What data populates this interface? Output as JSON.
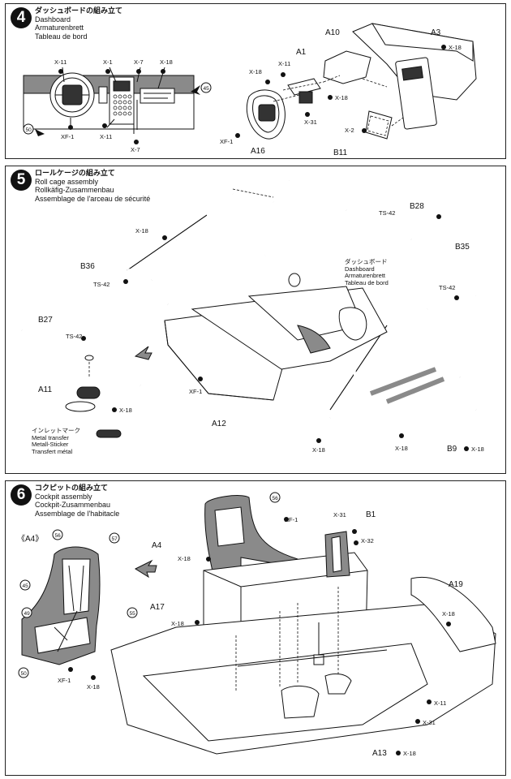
{
  "steps": [
    {
      "number": "4",
      "title_jp": "ダッシュボードの組み立て",
      "title_en": "Dashboard",
      "title_de": "Armaturenbrett",
      "title_fr": "Tableau de bord",
      "labels": {
        "x11a": "X-11",
        "x1": "X-1",
        "x7a": "X-7",
        "x18a": "X-18",
        "xf1a": "XF-1",
        "x11b": "X-11",
        "x7b": "X-7",
        "x18b": "X-18",
        "x11c": "X-11",
        "a1": "A1",
        "a10": "A10",
        "a3": "A3",
        "x18c": "X-18",
        "x18d": "X-18",
        "x31": "X-31",
        "x2": "X-2",
        "xf1b": "XF-1",
        "a16": "A16",
        "b11": "B11",
        "c50": "50",
        "c45": "45"
      }
    },
    {
      "number": "5",
      "title_jp": "ロールケージの組み立て",
      "title_en": "Roll cage assembly",
      "title_de": "Rollkäfig-Zusammenbau",
      "title_fr": "Assemblage de l'arceau de sécurité",
      "dash_jp": "ダッシュボード",
      "dash_en": "Dashboard",
      "dash_de": "Armaturenbrett",
      "dash_fr": "Tableau de bord",
      "decal_jp": "インレットマーク",
      "decal_en": "Metal transfer",
      "decal_de": "Metall-Sticker",
      "decal_fr": "Transfert métal",
      "labels": {
        "ts42a": "TS-42",
        "b28": "B28",
        "x18a": "X-18",
        "b35": "B35",
        "b36": "B36",
        "ts42b": "TS-42",
        "ts42c": "TS-42",
        "b27": "B27",
        "ts42d": "TS-42",
        "a11": "A11",
        "x18b": "X-18",
        "xf1": "XF-1",
        "a12": "A12",
        "x18c": "X-18",
        "x18d": "X-18",
        "b9": "B9",
        "x18e": "X-18"
      }
    },
    {
      "number": "6",
      "title_jp": "コクピットの組み立て",
      "title_en": "Cockpit assembly",
      "title_de": "Cockpit-Zusammenbau",
      "title_fr": "Assemblage de l'habitacle",
      "inset_label": "《A4》",
      "labels": {
        "c56a": "56",
        "c57": "57",
        "c45": "45",
        "c49": "49",
        "c55": "55",
        "c50": "50",
        "xf1a": "XF-1",
        "x18a": "X-18",
        "c56b": "56",
        "xf1b": "XF-1",
        "a4": "A4",
        "x18b": "X-18",
        "a17": "A17",
        "x18c": "X-18",
        "x31a": "X-31",
        "b1": "B1",
        "x32": "X-32",
        "a19": "A19",
        "x18d": "X-18",
        "x11": "X-11",
        "x31b": "X-31",
        "a13": "A13",
        "x18e": "X-18"
      }
    }
  ]
}
